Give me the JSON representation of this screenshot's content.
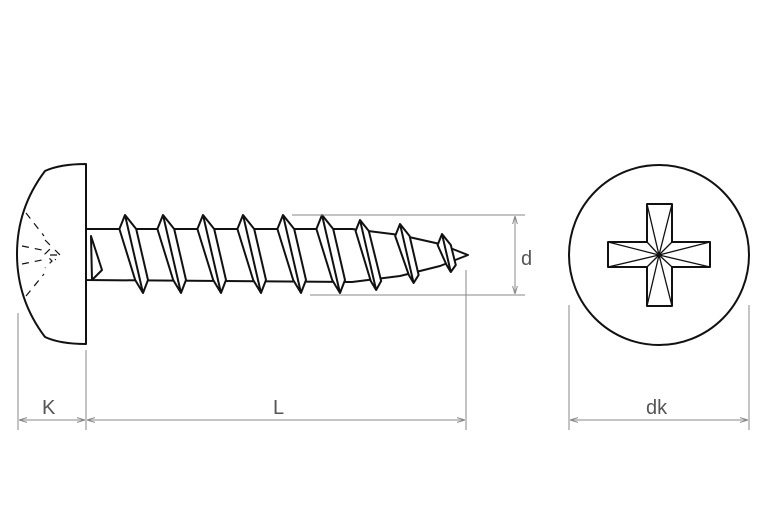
{
  "diagram": {
    "labels": {
      "head_height": "K",
      "length": "L",
      "diameter": "d",
      "head_diameter": "dk"
    },
    "colors": {
      "outline": "#111111",
      "dimension": "#888888",
      "label": "#555555"
    }
  }
}
